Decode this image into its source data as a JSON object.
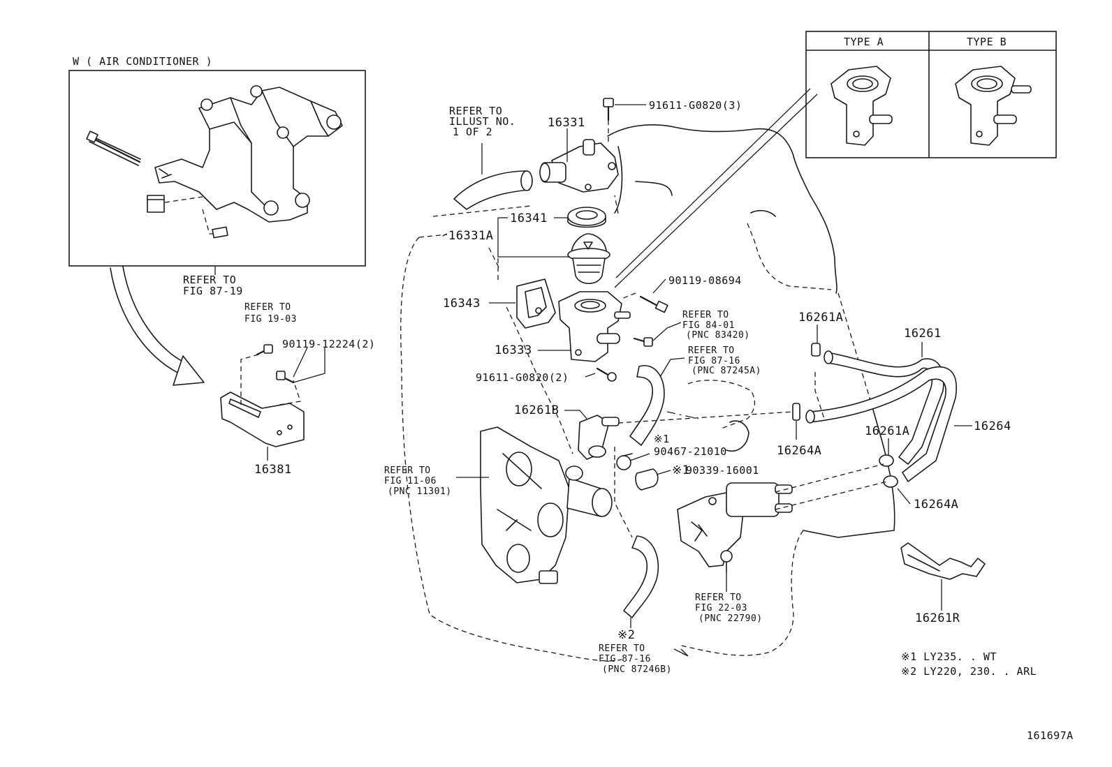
{
  "inset_ac": {
    "title": "W ( AIR CONDITIONER )",
    "refer_1": "REFER TO",
    "refer_2": "FIG 87-19"
  },
  "type_table": {
    "type_a": "TYPE  A",
    "type_b": "TYPE  B"
  },
  "refs": {
    "illust_1": "REFER TO",
    "illust_2": "ILLUST NO.",
    "illust_3": "1 OF 2",
    "fig1903_1": "REFER TO",
    "fig1903_2": "FIG 19-03",
    "fig8401_1": "REFER TO",
    "fig8401_2": "FIG 84-01",
    "fig8401_3": "(PNC 83420)",
    "fig8716a_1": "REFER TO",
    "fig8716a_2": "FIG 87-16",
    "fig8716a_3": "(PNC 87245A)",
    "fig1106_1": "REFER TO",
    "fig1106_2": "FIG 11-06",
    "fig1106_3": "(PNC 11301)",
    "fig2203_1": "REFER TO",
    "fig2203_2": "FIG 22-03",
    "fig2203_3": "(PNC 22790)",
    "fig8716b_1": "REFER TO",
    "fig8716b_2": "FIG 87-16",
    "fig8716b_3": "(PNC 87246B)"
  },
  "parts": {
    "p16331": "16331",
    "p91611a": "91611-G0820(3)",
    "p16341": "16341",
    "p16331A": "16331A",
    "p16343": "16343",
    "p90119a": "90119-08694",
    "p16333": "16333",
    "p91611b": "91611-G0820(2)",
    "p16261B": "16261B",
    "p90467": "90467-21010",
    "p90339": "90339-16001",
    "p16261A_top": "16261A",
    "p16261": "16261",
    "p16264": "16264",
    "p16264A_mid": "16264A",
    "p16261A_mid": "16261A",
    "p16264A_low": "16264A",
    "p16261R": "16261R",
    "p90119b": "90119-12224(2)",
    "p16381": "16381"
  },
  "marks": {
    "m1": "※1",
    "m1b": "※1",
    "m2": "※2"
  },
  "notes": {
    "note1": "※1  LY235. . WT",
    "note2": "※2  LY220, 230. . ARL"
  },
  "figure_id": "161697A"
}
